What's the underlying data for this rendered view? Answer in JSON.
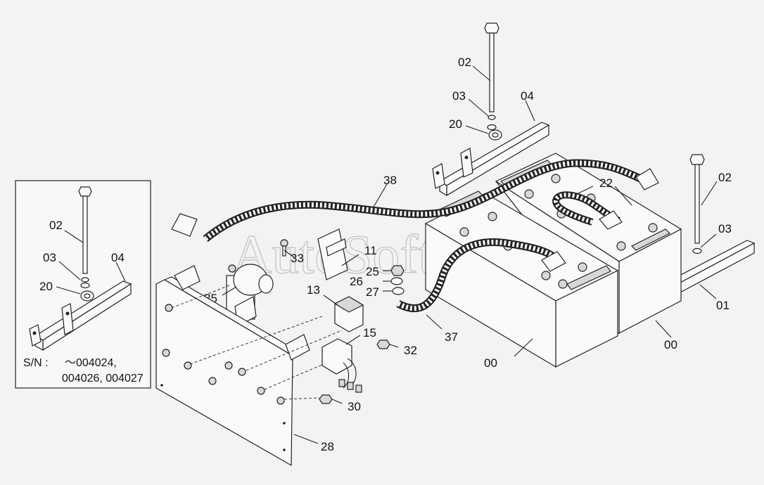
{
  "watermark": "AutoSoft",
  "inset": {
    "serial_label": "S/N :",
    "serial_line1": "～004024,",
    "serial_line2": "004026, 004027",
    "callouts": {
      "c02": "02",
      "c03": "03",
      "c04": "04",
      "c20": "20"
    }
  },
  "callouts": {
    "top_02": "02",
    "top_03": "03",
    "top_04": "04",
    "top_20": "20",
    "c38": "38",
    "c22": "22",
    "right_02": "02",
    "right_03": "03",
    "c01": "01",
    "c33": "33",
    "c11": "11",
    "c25": "25",
    "c26": "26",
    "c27": "27",
    "c35": "35",
    "c13": "13",
    "c15": "15",
    "c32": "32",
    "c37": "37",
    "c00_left": "00",
    "c00_right": "00",
    "c30": "30",
    "c28": "28"
  }
}
